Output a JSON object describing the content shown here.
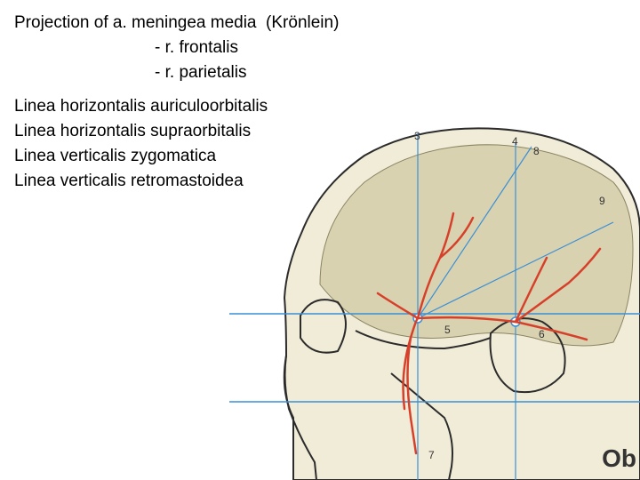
{
  "title_lines": [
    "Projection of a. meningea media  (Krönlein)",
    "- r. frontalis",
    "- r. parietalis"
  ],
  "lines": [
    "Linea horizontalis auriculoorbitalis",
    "Linea horizontalis supraorbitalis",
    "Linea verticalis zygomatica",
    "Linea verticalis retromastoidea"
  ],
  "figure_labels": {
    "n3": "3",
    "n4": "4",
    "n8": "8",
    "n9": "9",
    "n5": "5",
    "n6": "6",
    "n7": "7"
  },
  "watermark": "Ob",
  "colors": {
    "artery": "#d6402a",
    "projection_line": "#3a8fd6",
    "skull_outline": "#2b2b2b",
    "skull_fill": "#f1ecd8",
    "brain_fill": "#d9d2b0"
  }
}
